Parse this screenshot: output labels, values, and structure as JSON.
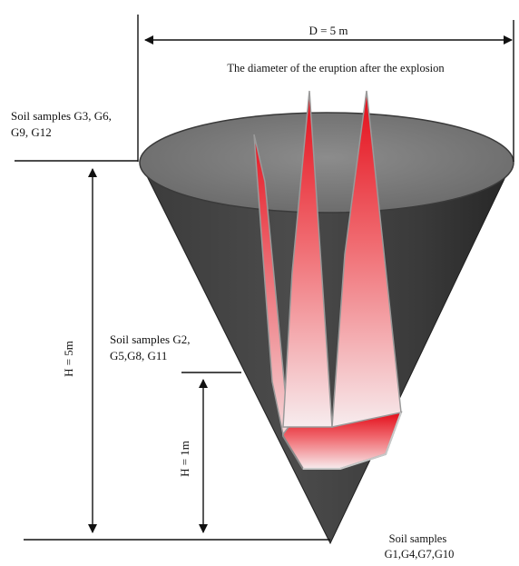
{
  "labels": {
    "diameter": "D = 5 m",
    "eruption": "The diameter of the eruption after the explosion",
    "height_total": "H = 5m",
    "height_partial": "H = 1m",
    "top_samples": [
      "Soil samples G3, G6,",
      "G9, G12"
    ],
    "middle_samples": [
      "Soil samples G2,",
      "G5,G8, G11"
    ],
    "bottom_samples": [
      "Soil samples",
      "G1,G4,G7,G10"
    ]
  },
  "colors": {
    "cone_dark": "#2f2f2f",
    "cone_mid": "#555555",
    "rim_fill": "#7a7a7a",
    "spike_red": "#e8121c",
    "spike_light": "#f8f0f0",
    "line": "#111111"
  }
}
